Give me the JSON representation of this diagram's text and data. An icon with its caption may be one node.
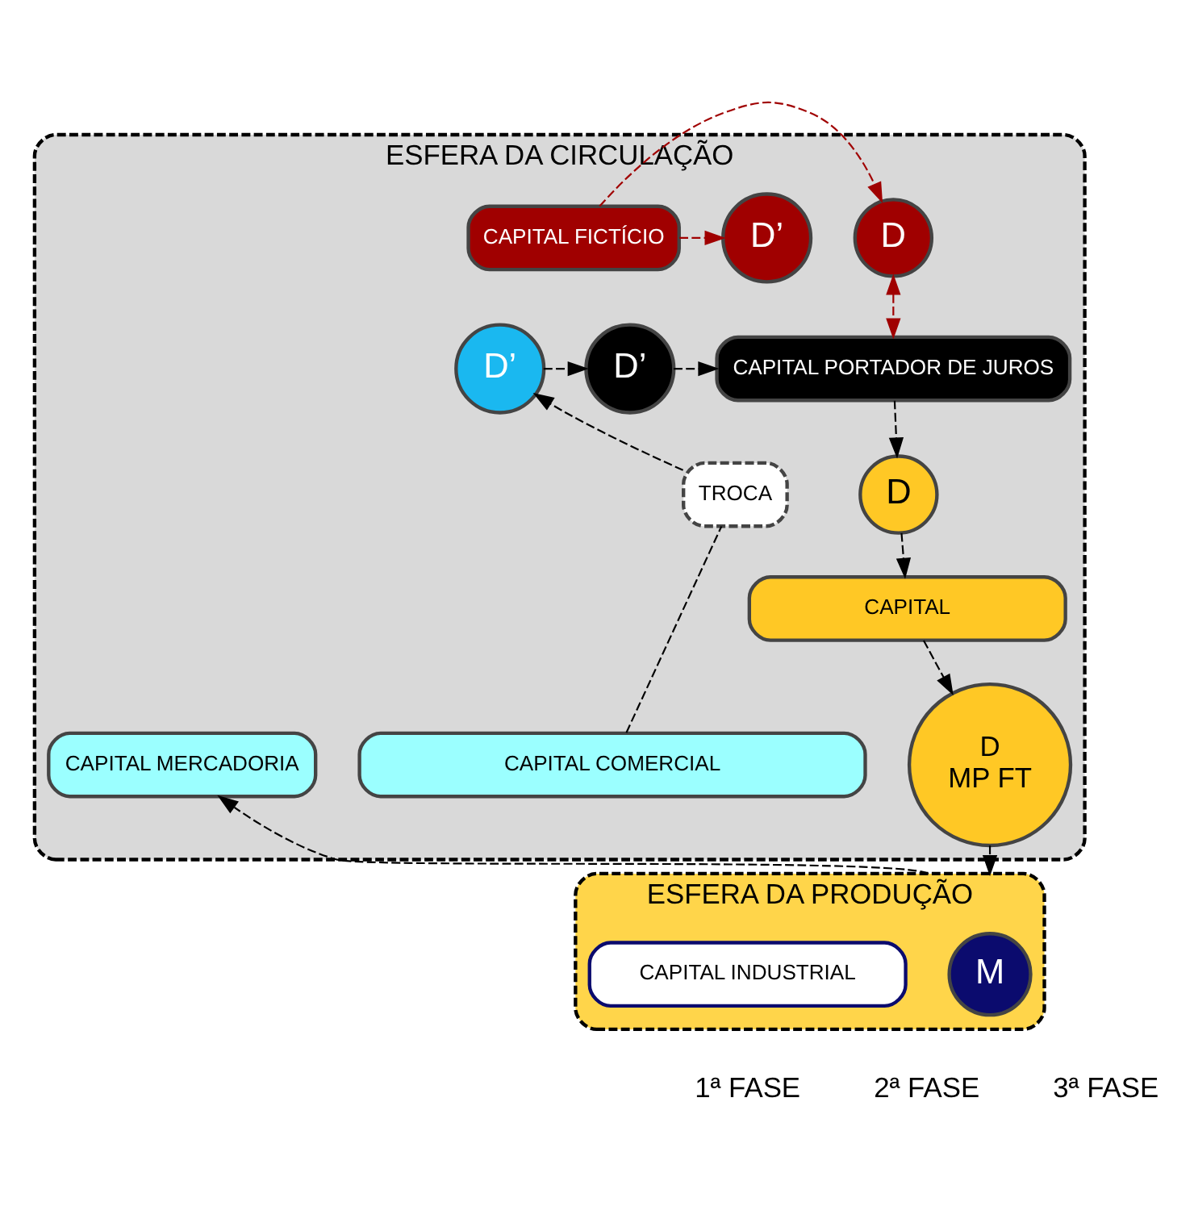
{
  "diagram": {
    "nodes": [
      {
        "text": [
          "ESFERA DA CIRCULAÇÃO"
        ]
      },
      {
        "text": [
          "D"
        ],
        "in": 0
      },
      {
        "text": [
          "CAPITAL FICTÍCIO"
        ],
        "in": 0
      },
      {
        "text": [
          "D’"
        ],
        "in": 0
      },
      {
        "text": [
          "CAPITAL PORTADOR DE JUROS"
        ],
        "in": 0
      },
      {
        "text": [
          "D’"
        ],
        "in": 0
      },
      {
        "text": [
          "D’"
        ],
        "in": 0
      },
      {
        "text": [
          "D"
        ],
        "in": 0
      },
      {
        "text": [
          "TROCA"
        ],
        "in": 0
      },
      {
        "text": [
          "CAPITAL"
        ],
        "in": 0
      },
      {
        "text": [
          "CAPITAL COMERCIAL"
        ],
        "in": 0
      },
      {
        "text": [
          "D",
          "MP FT"
        ],
        "in": 0
      },
      {
        "text": [
          "CAPITAL MERCADORIA"
        ],
        "in": 0
      },
      {
        "text": [
          "ESFERA DA PRODUÇÃO"
        ]
      },
      {
        "text": [
          "M"
        ],
        "in": 13
      },
      {
        "text": [
          "CAPITAL INDUSTRIAL"
        ],
        "in": 13
      }
    ],
    "edges": [
      {
        "from": 2,
        "to": 1,
        "arrow": "to",
        "style": "dashed",
        "color": "#a00000"
      },
      {
        "from": 2,
        "to": 3,
        "arrow": "to",
        "style": "dashed",
        "color": "#a00000"
      },
      {
        "from": 1,
        "to": 4,
        "arrow": "both",
        "style": "dashed",
        "color": "#a00000"
      },
      {
        "from": 6,
        "to": 5,
        "arrow": "to",
        "style": "dashed"
      },
      {
        "from": 5,
        "to": 4,
        "arrow": "to",
        "style": "dashed"
      },
      {
        "from": 4,
        "to": 7,
        "arrow": "to",
        "style": "dashed"
      },
      {
        "from": 7,
        "to": 9,
        "arrow": "to",
        "style": "dashed"
      },
      {
        "from": 9,
        "to": 11,
        "arrow": "to",
        "style": "dashed"
      },
      {
        "from": 11,
        "to": 13,
        "arrow": "to",
        "style": "dashed"
      },
      {
        "from": 13,
        "to": 12,
        "arrow": "to",
        "style": "dashed"
      },
      {
        "from": 10,
        "to": 8,
        "arrow": "none",
        "style": "dashed"
      },
      {
        "from": 8,
        "to": 6,
        "arrow": "to",
        "style": "dashed"
      }
    ],
    "labels": [
      "1ª FASE",
      "2ª FASE",
      "3ª FASE"
    ]
  }
}
